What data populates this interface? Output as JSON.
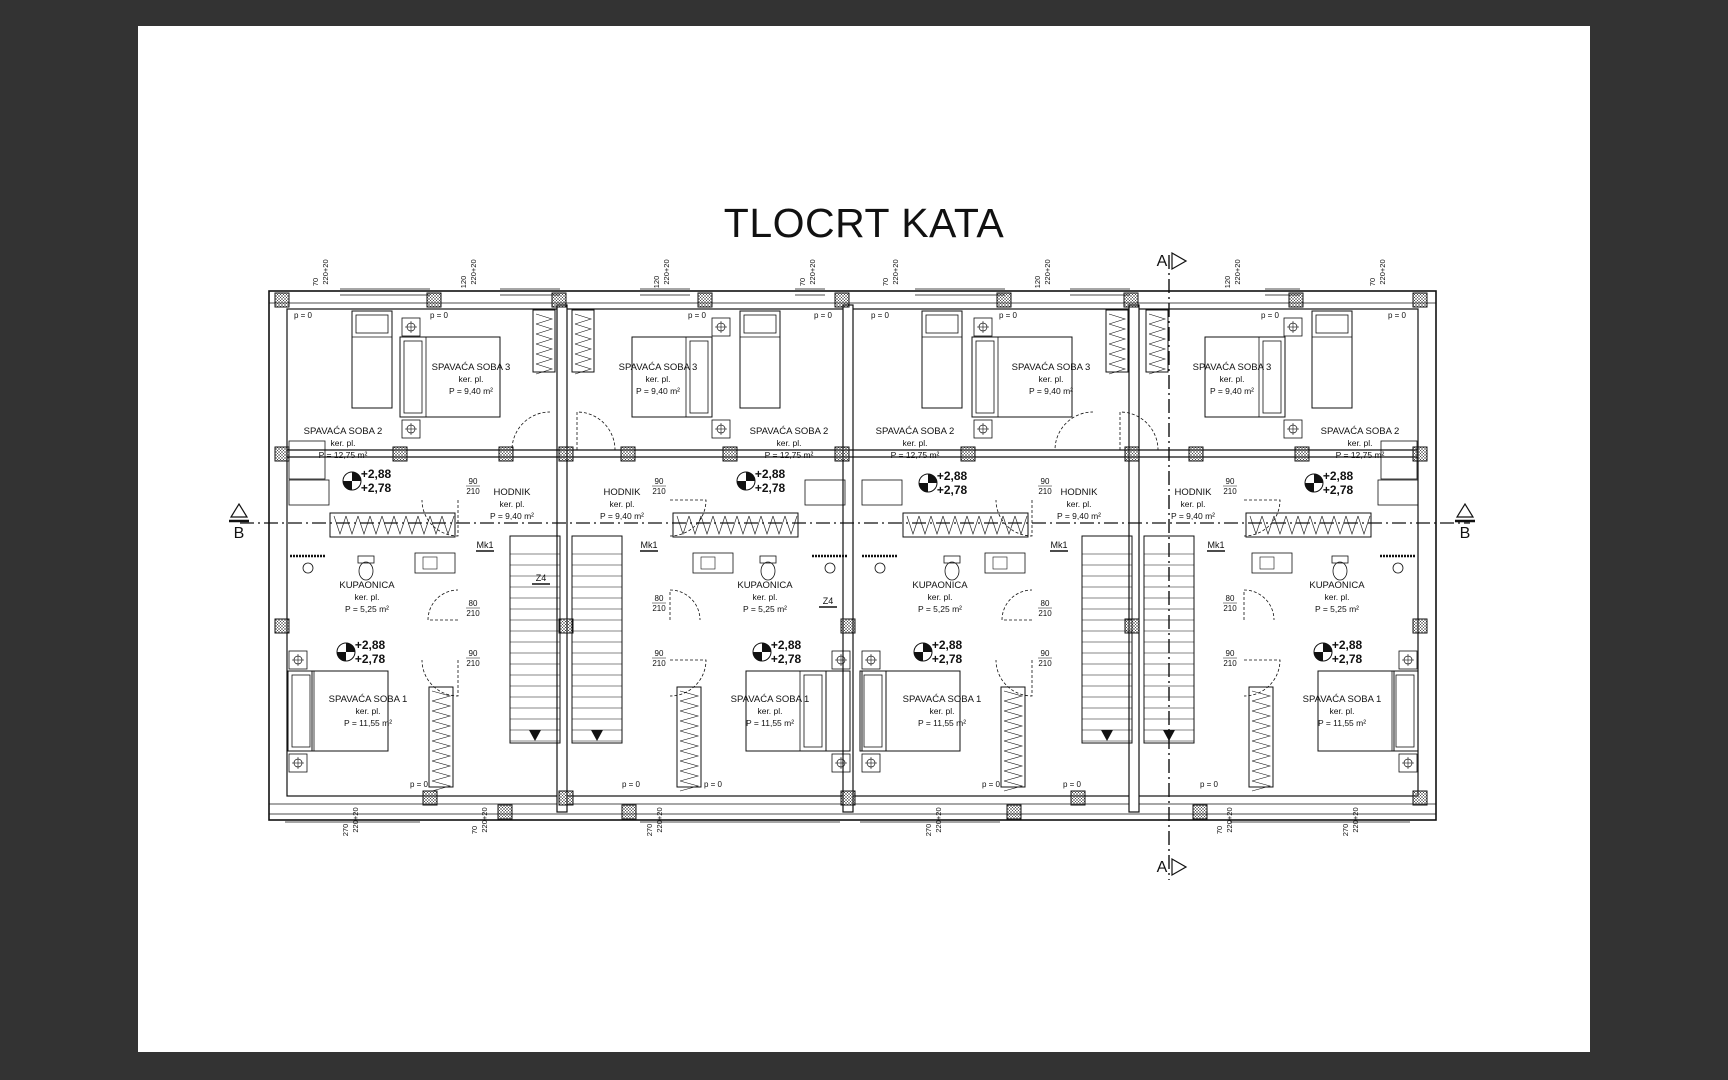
{
  "title": "TLOCRT KATA",
  "rooms": {
    "bedroom3": {
      "name": "SPAVAĆA SOBA 3",
      "floor": "ker. pl.",
      "area": "P = 9,40 m²"
    },
    "bedroom2": {
      "name": "SPAVAĆA SOBA 2",
      "floor": "ker. pl.",
      "area": "P = 12,75 m²"
    },
    "bedroom1": {
      "name": "SPAVAĆA SOBA 1",
      "floor": "ker. pl.",
      "area": "P = 11,55 m²"
    },
    "hall": {
      "name": "HODNIK",
      "floor": "ker. pl.",
      "area": "P = 9,40 m²"
    },
    "bath": {
      "name": "KUPAONICA",
      "floor": "ker. pl.",
      "area": "P = 5,25 m²"
    }
  },
  "levels": {
    "upper": "+2,88",
    "lower": "+2,78"
  },
  "section_marks": {
    "a": "A",
    "b": "B"
  },
  "tags": {
    "mk1": "Mk1",
    "z4": "Z4"
  },
  "dims": {
    "sill": "p = 0",
    "win_70": "70",
    "win_120": "120",
    "win_270": "270",
    "win_220": "220+20",
    "door_90": "90",
    "door_80": "80",
    "door_210": "210"
  }
}
